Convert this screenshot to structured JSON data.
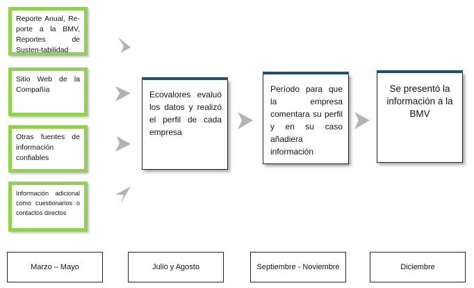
{
  "sources": [
    "Reporte Anual, Re-porte a la BMV, Reportes de Susten-tabilidad",
    "Sitio Web de la Compañía",
    "Otras fuentes de información confiables",
    "Información adicional como cuestionarios o contactos directos"
  ],
  "steps": [
    "Ecovalores evaluó los datos y realizó el perfil de cada empresa",
    "Período para que la empresa comentara su perfil y en su caso añadiera información",
    "Se presentó la información a la BMV"
  ],
  "periods": [
    "Marzo – Mayo",
    "Julio y Agosto",
    "Septiembre - Noviembre",
    "Diciembre"
  ],
  "colors": {
    "source_border": "#92d050",
    "step_topbar": "#1f4e79",
    "arrow": "#b3b3b3"
  }
}
